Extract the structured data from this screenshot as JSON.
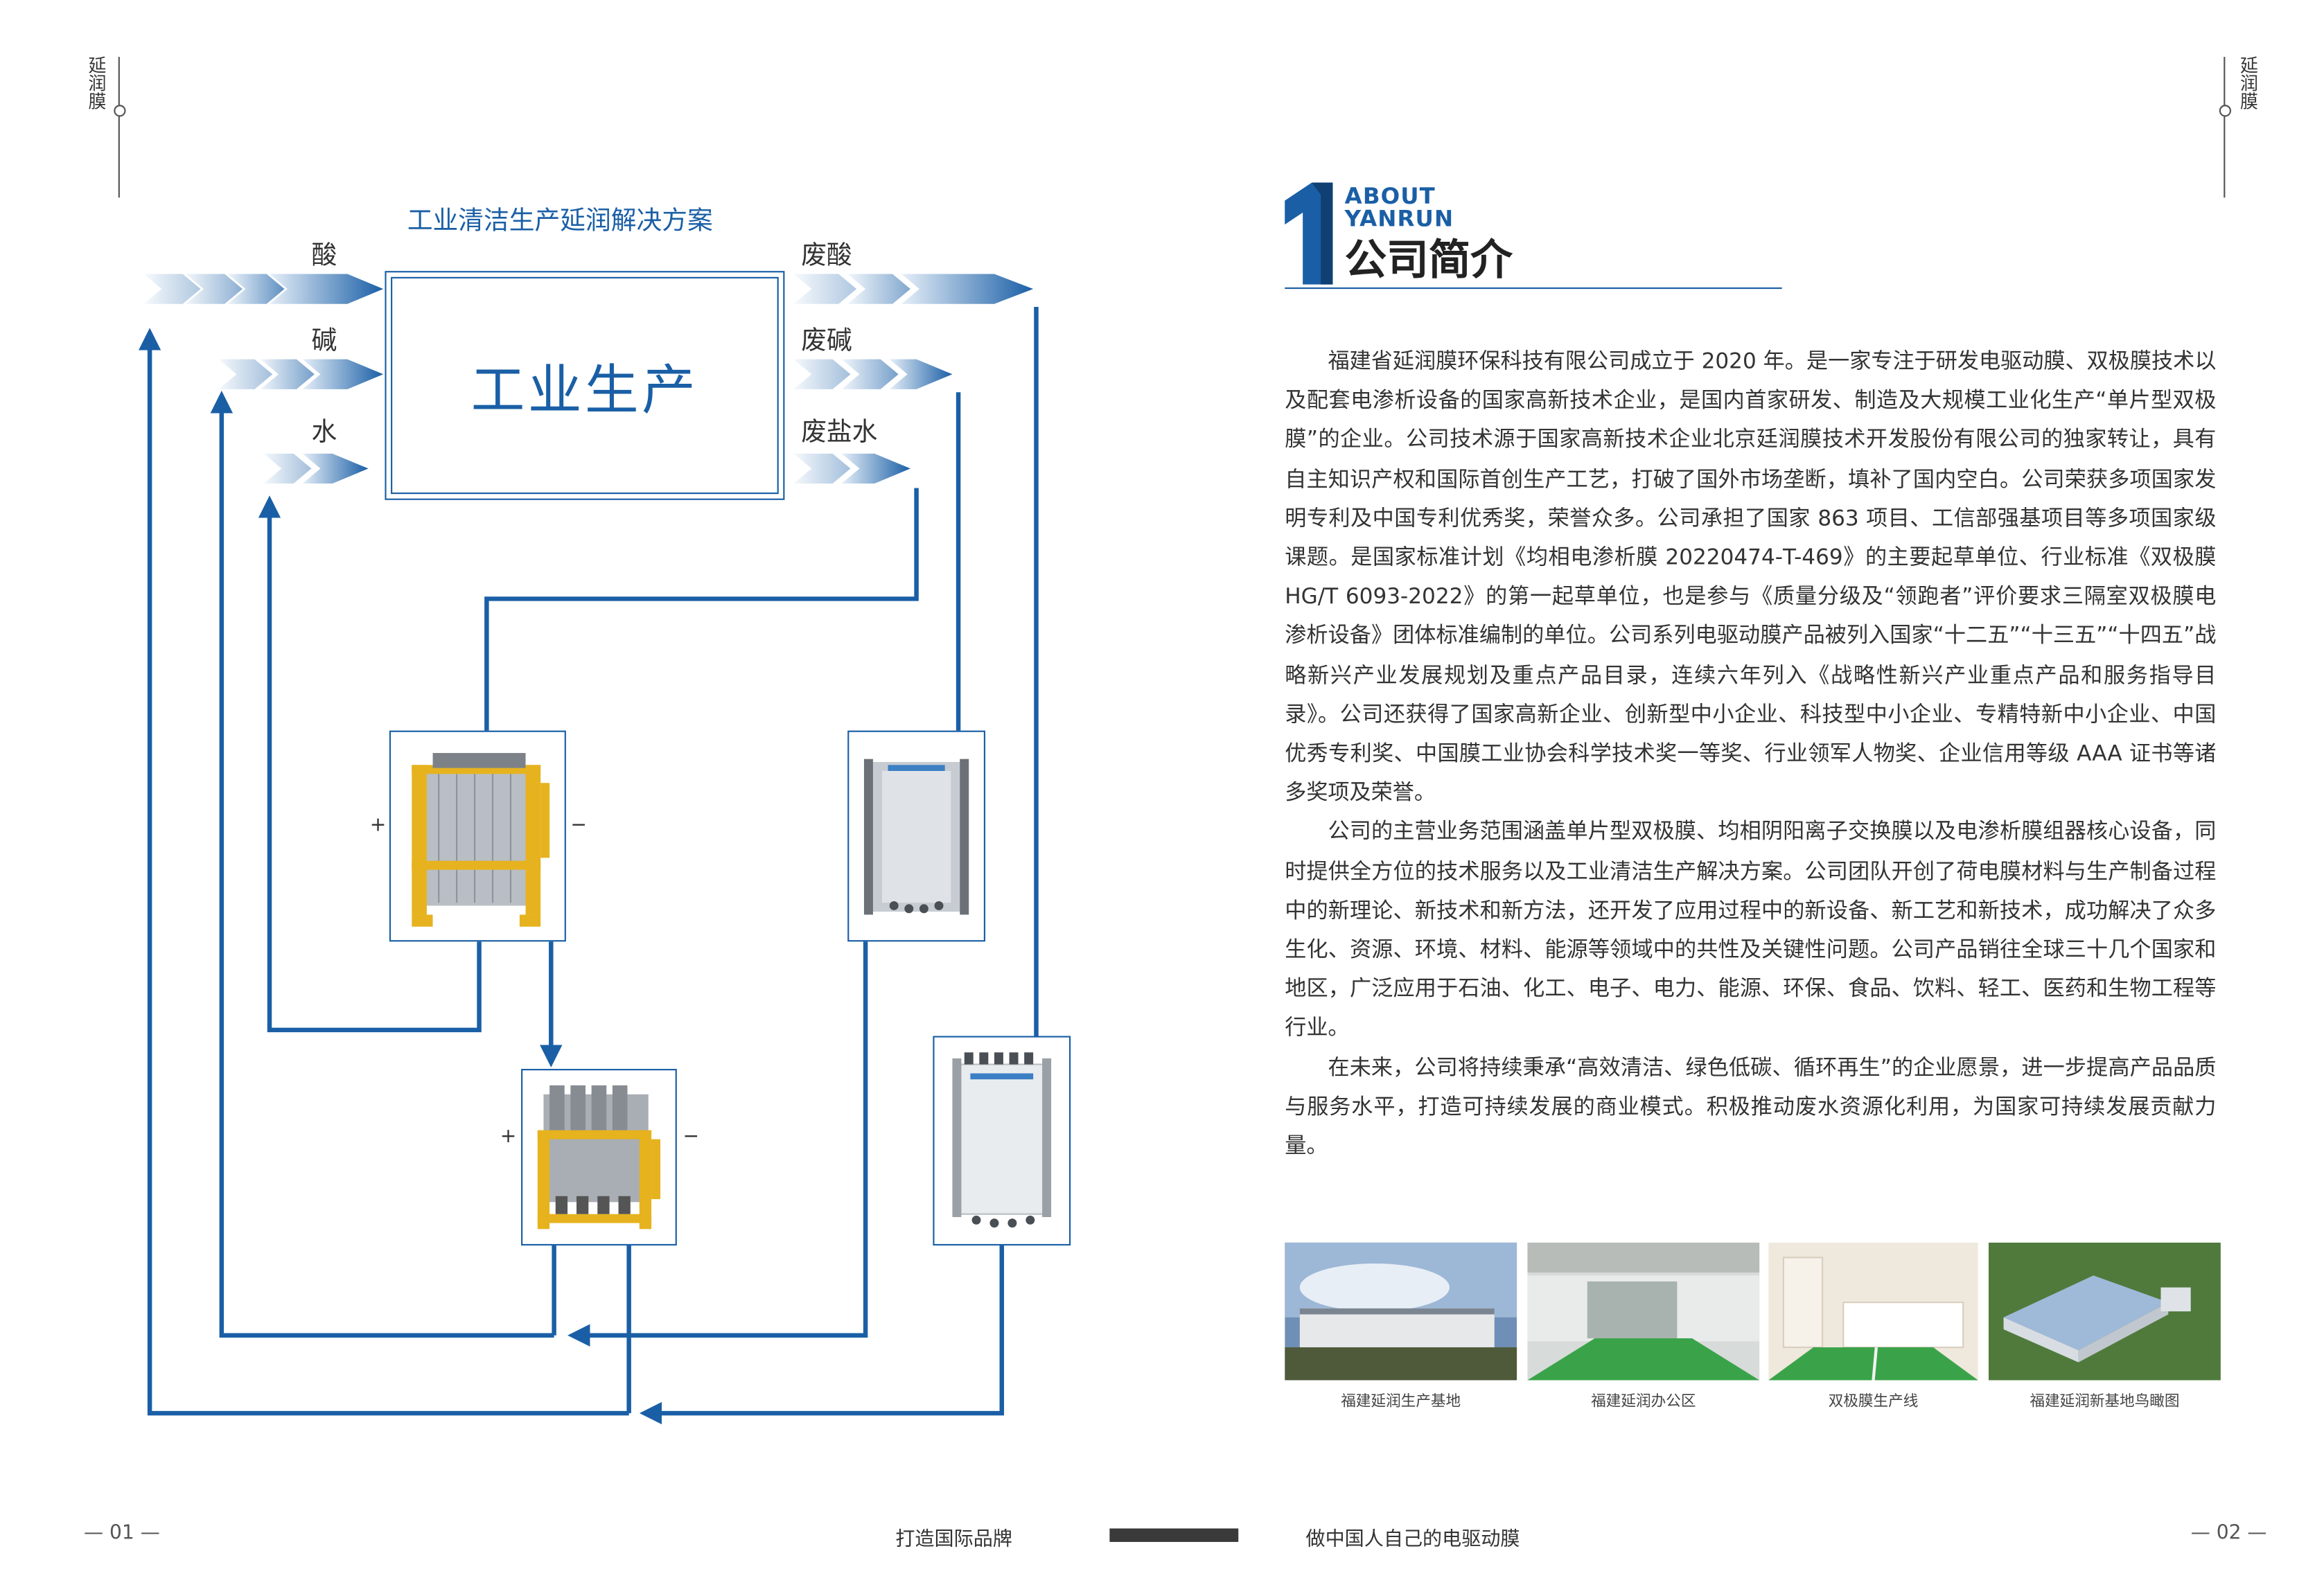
{
  "brand": "延润膜",
  "diagram": {
    "title": "工业清洁生产延润解决方案",
    "center_label": "工业生产",
    "inputs": [
      "酸",
      "碱",
      "水"
    ],
    "outputs": [
      "废酸",
      "废碱",
      "废盐水"
    ],
    "plus": "+",
    "minus": "−"
  },
  "section": {
    "number": "1",
    "en_line1": "ABOUT",
    "en_line2": "YANRUN",
    "title": "公司简介"
  },
  "paragraphs": [
    "福建省延润膜环保科技有限公司成立于 2020 年。是一家专注于研发电驱动膜、双极膜技术以及配套电渗析设备的国家高新技术企业，是国内首家研发、制造及大规模工业化生产“单片型双极膜”的企业。公司技术源于国家高新技术企业北京廷润膜技术开发股份有限公司的独家转让，具有自主知识产权和国际首创生产工艺，打破了国外市场垄断，填补了国内空白。公司荣获多项国家发明专利及中国专利优秀奖，荣誉众多。公司承担了国家 863 项目、工信部强基项目等多项国家级课题。是国家标准计划《均相电渗析膜 20220474-T-469》的主要起草单位、行业标准《双极膜 HG/T 6093-2022》的第一起草单位，也是参与《质量分级及“领跑者”评价要求三隔室双极膜电渗析设备》团体标准编制的单位。公司系列电驱动膜产品被列入国家“十二五”“十三五”“十四五”战略新兴产业发展规划及重点产品目录，连续六年列入《战略性新兴产业重点产品和服务指导目录》。公司还获得了国家高新企业、创新型中小企业、科技型中小企业、专精特新中小企业、中国优秀专利奖、中国膜工业协会科学技术奖一等奖、行业领军人物奖、企业信用等级 AAA 证书等诸多奖项及荣誉。",
    "公司的主营业务范围涵盖单片型双极膜、均相阴阳离子交换膜以及电渗析膜组器核心设备，同时提供全方位的技术服务以及工业清洁生产解决方案。公司团队开创了荷电膜材料与生产制备过程中的新理论、新技术和新方法，还开发了应用过程中的新设备、新工艺和新技术，成功解决了众多生化、资源、环境、材料、能源等领域中的共性及关键性问题。公司产品销往全球三十几个国家和地区，广泛应用于石油、化工、电子、电力、能源、环保、食品、饮料、轻工、医药和生物工程等行业。",
    "在未来，公司将持续秉承“高效清洁、绿色低碳、循环再生”的企业愿景，进一步提高产品品质与服务水平，打造可持续发展的商业模式。积极推动废水资源化利用，为国家可持续发展贡献力量。"
  ],
  "photos": [
    {
      "caption": "福建延润生产基地"
    },
    {
      "caption": "福建延润办公区"
    },
    {
      "caption": "双极膜生产线"
    },
    {
      "caption": "福建延润新基地鸟瞰图"
    }
  ],
  "footer": {
    "page_left": "— 01 —",
    "page_right": "— 02 —",
    "slogan_left": "打造国际品牌",
    "slogan_right": "做中国人自己的电驱动膜"
  },
  "colors": {
    "accent": "#1a5fa6",
    "dark": "#3a3a3a",
    "light_arrow": "#cfe0f1"
  }
}
